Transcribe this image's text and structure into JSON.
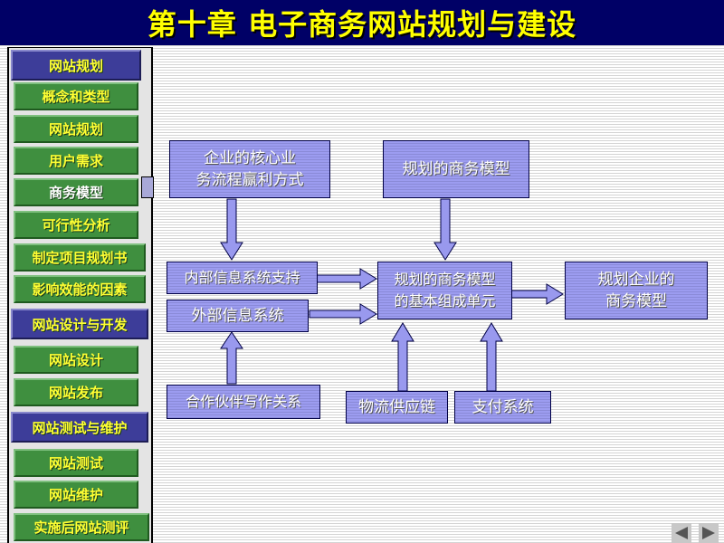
{
  "header": {
    "title": "第十章 电子商务网站规划与建设"
  },
  "sidebar": {
    "items": [
      {
        "label": "网站规划",
        "kind": "section"
      },
      {
        "label": "概念和类型",
        "kind": "sub"
      },
      {
        "label": "网站规划",
        "kind": "sub"
      },
      {
        "label": "用户需求",
        "kind": "sub"
      },
      {
        "label": "商务模型",
        "kind": "sub",
        "active": true
      },
      {
        "label": "可行性分析",
        "kind": "sub"
      },
      {
        "label": "制定项目规划书",
        "kind": "sub"
      },
      {
        "label": "影响效能的因素",
        "kind": "sub"
      },
      {
        "label": "网站设计与开发",
        "kind": "section"
      },
      {
        "label": "网站设计",
        "kind": "sub"
      },
      {
        "label": "网站发布",
        "kind": "sub"
      },
      {
        "label": "网站测试与维护",
        "kind": "section"
      },
      {
        "label": "网站测试",
        "kind": "sub"
      },
      {
        "label": "网站维护",
        "kind": "sub"
      },
      {
        "label": "实施后网站测评",
        "kind": "sub"
      }
    ]
  },
  "diagram": {
    "boxes": {
      "core_process": "企业的核心业\n务流程赢利方式",
      "planned_model": "规划的商务模型",
      "internal_info": "内部信息系统支持",
      "external_info": "外部信息系统",
      "partner": "合作伙伴写作关系",
      "basic_units": "规划的商务模型\n的基本组成单元",
      "logistics": "物流供应链",
      "payment": "支付系统",
      "enterprise_model": "规划企业的\n商务模型"
    }
  },
  "footer": {
    "prev_icon": "triangle-left-icon",
    "next_icon": "triangle-right-icon"
  },
  "colors": {
    "title_bg": "#000066",
    "title_text": "#ffff00",
    "nav_green": "#3f8f3f",
    "nav_section": "#3d3d99",
    "box_fill": "#9999ee"
  }
}
